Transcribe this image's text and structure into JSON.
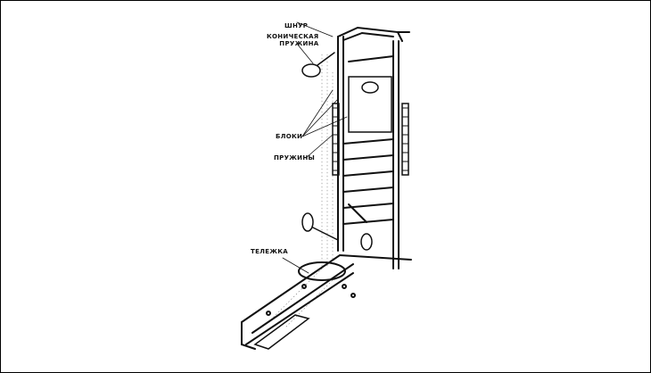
{
  "labels": {
    "cord": "ШНУР",
    "conical_spring_1": "КОНИЧЕСКАЯ",
    "conical_spring_2": "ПРУЖИНА",
    "pulleys": "БЛОКИ",
    "springs": "ПРУЖИНЫ",
    "cart": "ТЕЛЕЖКА"
  }
}
